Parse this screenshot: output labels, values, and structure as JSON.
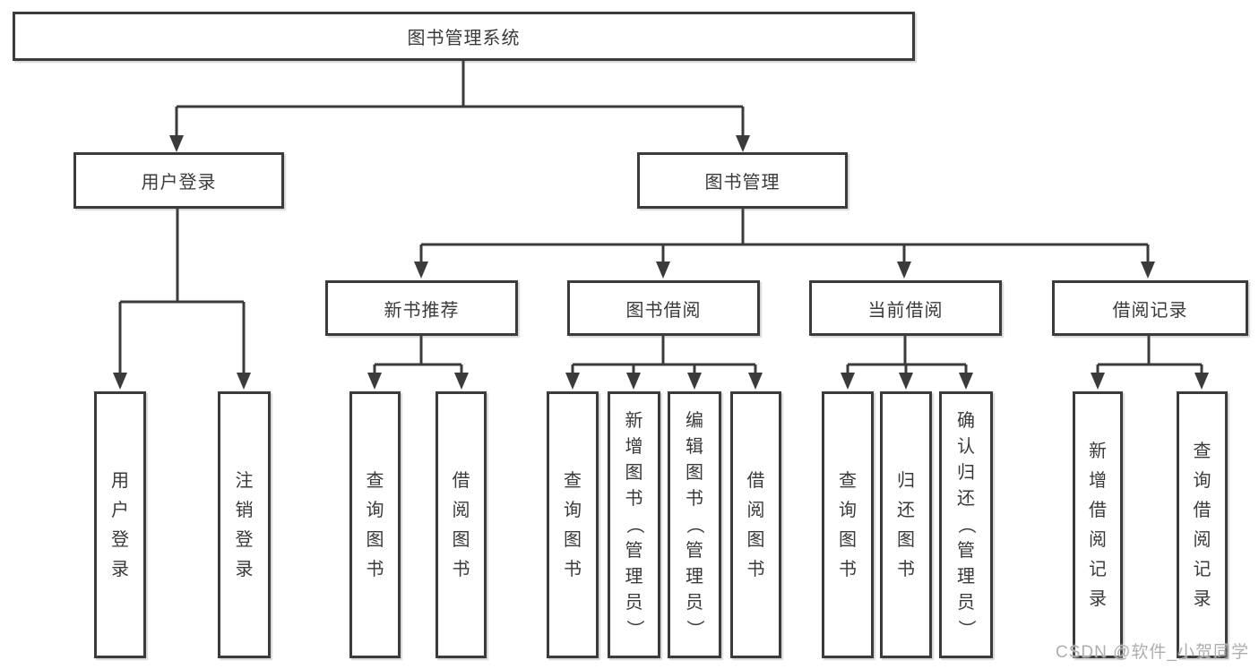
{
  "tree": {
    "root": {
      "label": "图书管理系统"
    },
    "branches": [
      {
        "label": "用户登录",
        "leaves": [
          {
            "label": "用户登录"
          },
          {
            "label": "注销登录"
          }
        ]
      },
      {
        "label": "图书管理",
        "sections": [
          {
            "label": "新书推荐",
            "leaves": [
              {
                "label": "查询图书"
              },
              {
                "label": "借阅图书"
              }
            ]
          },
          {
            "label": "图书借阅",
            "leaves": [
              {
                "label": "查询图书"
              },
              {
                "label": "新增图书（管理员）"
              },
              {
                "label": "编辑图书（管理员）"
              },
              {
                "label": "借阅图书"
              }
            ]
          },
          {
            "label": "当前借阅",
            "leaves": [
              {
                "label": "查询图书"
              },
              {
                "label": "归还图书"
              },
              {
                "label": "确认归还（管理员）"
              }
            ]
          },
          {
            "label": "借阅记录",
            "leaves": [
              {
                "label": "新增借阅记录"
              },
              {
                "label": "查询借阅记录"
              }
            ]
          }
        ]
      }
    ]
  },
  "watermark": "CSDN @软件_小贺同学",
  "colors": {
    "line": "#3b3b3b",
    "text": "#3a3a3a",
    "watermark": "#aeaeae",
    "background": "#ffffff"
  }
}
